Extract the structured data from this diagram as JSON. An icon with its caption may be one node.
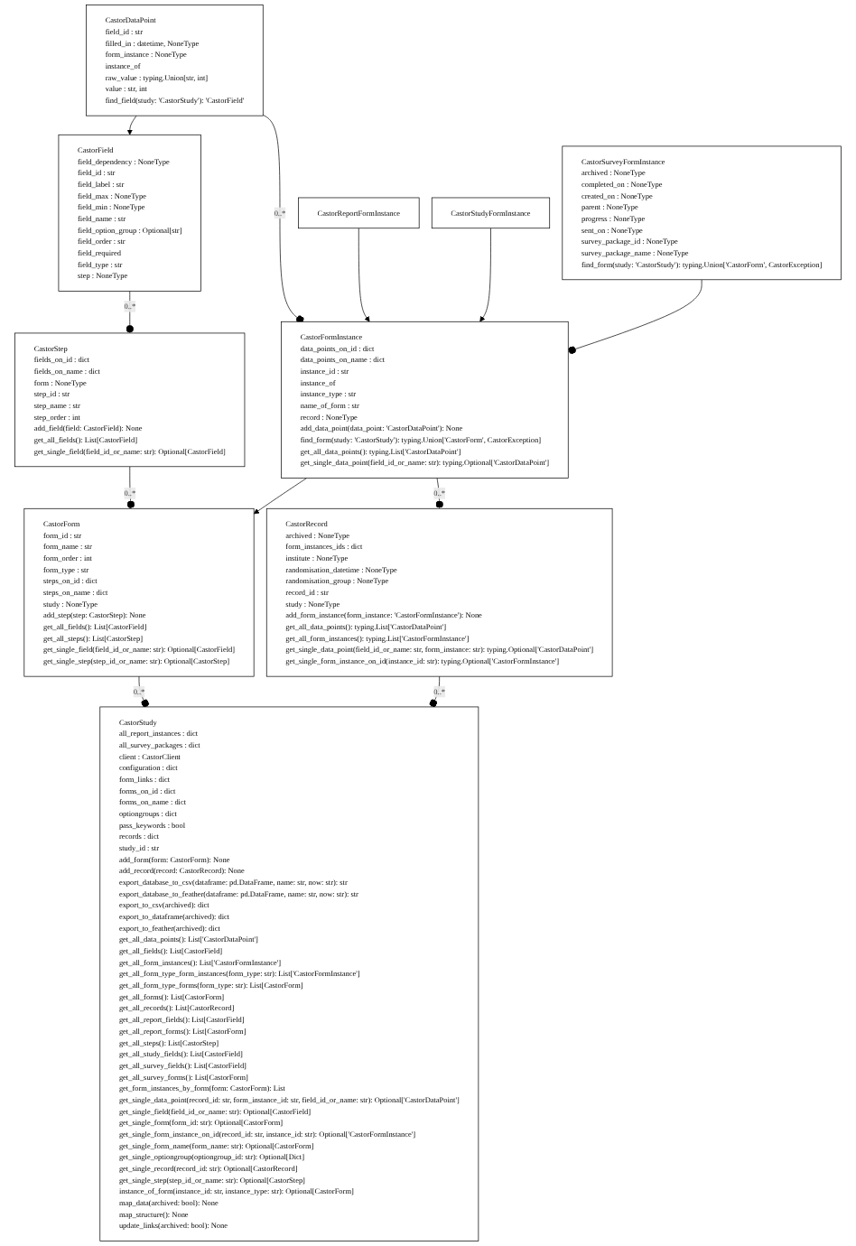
{
  "diagram": {
    "nodes": [
      {
        "text": [
          "CastorStudy",
          "all_report_instances : dict",
          "all_survey_packages : dict",
          "client : CastorClient",
          "configuration : dict",
          "form_links : dict",
          "forms_on_id : dict",
          "forms_on_name : dict",
          "optiongroups : dict",
          "pass_keywords : bool",
          "records : dict",
          "study_id : str",
          "add_form(form: CastorForm): None",
          "add_record(record: CastorRecord): None",
          "export_database_to_csv(dataframe: pd.DataFrame, name: str, now: str): str",
          "export_database_to_feather(dataframe: pd.DataFrame, name: str, now: str): str",
          "export_to_csv(archived): dict",
          "export_to_dataframe(archived): dict",
          "export_to_feather(archived): dict",
          "get_all_data_points(): List['CastorDataPoint']",
          "get_all_fields(): List[CastorField]",
          "get_all_form_instances(): List['CastorFormInstance']",
          "get_all_form_type_form_instances(form_type: str): List['CastorFormInstance']",
          "get_all_form_type_forms(form_type: str): List[CastorForm]",
          "get_all_forms(): List[CastorForm]",
          "get_all_records(): List[CastorRecord]",
          "get_all_report_fields(): List[CastorField]",
          "get_all_report_forms(): List[CastorForm]",
          "get_all_steps(): List[CastorStep]",
          "get_all_study_fields(): List[CastorField]",
          "get_all_survey_fields(): List[CastorField]",
          "get_all_survey_forms(): List[CastorForm]",
          "get_form_instances_by_form(form: CastorForm): List",
          "get_single_data_point(record_id: str, form_instance_id: str, field_id_or_name: str): Optional['CastorDataPoint']",
          "get_single_field(field_id_or_name: str): Optional[CastorField]",
          "get_single_form(form_id: str): Optional[CastorForm]",
          "get_single_form_instance_on_id(record_id: str, instance_id: str): Optional['CastorFormInstance']",
          "get_single_form_name(form_name: str): Optional[CastorForm]",
          "get_single_optiongroup(optiongroup_id: str): Optional[Dict]",
          "get_single_record(record_id: str): Optional[CastorRecord]",
          "get_single_step(step_id_or_name: str): Optional[CastorStep]",
          "instance_of_form(instance_id: str, instance_type: str): Optional[CastorForm]",
          "map_data(archived: bool): None",
          "map_structure(): None",
          "update_links(archived: bool): None"
        ]
      },
      {
        "text": [
          "CastorForm",
          "form_id : str",
          "form_name : str",
          "form_order : int",
          "form_type : str",
          "steps_on_id : dict",
          "steps_on_name : dict",
          "study : NoneType",
          "add_step(step: CastorStep): None",
          "get_all_fields(): List[CastorField]",
          "get_all_steps(): List[CastorStep]",
          "get_single_field(field_id_or_name: str): Optional[CastorField]",
          "get_single_step(step_id_or_name: str): Optional[CastorStep]"
        ]
      },
      {
        "text": [
          "CastorRecord",
          "archived : NoneType",
          "form_instances_ids : dict",
          "institute : NoneType",
          "randomisation_datetime : NoneType",
          "randomisation_group : NoneType",
          "record_id : str",
          "study : NoneType",
          "add_form_instance(form_instance: 'CastorFormInstance'): None",
          "get_all_data_points(): typing.List['CastorDataPoint']",
          "get_all_form_instances(): typing.List['CastorFormInstance']",
          "get_single_data_point(field_id_or_name: str, form_instance: str): typing.Optional['CastorDataPoint']",
          "get_single_form_instance_on_id(instance_id: str): typing.Optional['CastorFormInstance']"
        ]
      },
      {
        "text": [
          "CastorStep",
          "fields_on_id : dict",
          "fields_on_name : dict",
          "form : NoneType",
          "step_id : str",
          "step_name : str",
          "step_order : int",
          "add_field(field: CastorField): None",
          "get_all_fields(): List[CastorField]",
          "get_single_field(field_id_or_name: str): Optional[CastorField]"
        ]
      },
      {
        "text": [
          "CastorFormInstance",
          "data_points_on_id : dict",
          "data_points_on_name : dict",
          "instance_id : str",
          "instance_of",
          "instance_type : str",
          "name_of_form : str",
          "record : NoneType",
          "add_data_point(data_point: 'CastorDataPoint'): None",
          "find_form(study: 'CastorStudy'): typing.Union['CastorForm', CastorException]",
          "get_all_data_points(): typing.List['CastorDataPoint']",
          "get_single_data_point(field_id_or_name: str): typing.Optional['CastorDataPoint']"
        ]
      },
      {
        "text": [
          "CastorField",
          "field_dependency : NoneType",
          "field_id : str",
          "field_label : str",
          "field_max : NoneType",
          "field_min : NoneType",
          "field_name : str",
          "field_option_group : Optional[str]",
          "field_order : str",
          "field_required",
          "field_type : str",
          "step : NoneType"
        ]
      },
      {
        "text": [
          "CastorReportFormInstance"
        ]
      },
      {
        "text": [
          "CastorStudyFormInstance"
        ]
      },
      {
        "text": [
          "CastorSurveyFormInstance",
          "archived : NoneType",
          "completed_on : NoneType",
          "created_on : NoneType",
          "parent : NoneType",
          "progress : NoneType",
          "sent_on : NoneType",
          "survey_package_id : NoneType",
          "survey_package_name : NoneType",
          "find_form(study: 'CastorStudy'): typing.Union['CastorForm', CastorException]"
        ]
      },
      {
        "text": [
          "CastorDataPoint",
          "field_id : str",
          "filled_in : datetime, NoneType",
          "form_instance : NoneType",
          "instance_of",
          "raw_value : typing.Union[str, int]",
          "value : str, int",
          "find_field(study: 'CastorStudy'): 'CastorField'"
        ]
      }
    ],
    "edges": [
      {
        "from": 1,
        "to": 0,
        "arrow": "other",
        "label": "0..*"
      },
      {
        "from": 2,
        "to": 0,
        "arrow": "other",
        "label": "0..*"
      },
      {
        "from": 3,
        "to": 1,
        "arrow": "other",
        "label": "0..*"
      },
      {
        "from": 4,
        "to": 2,
        "arrow": "other",
        "label": "0..*"
      },
      {
        "from": 4,
        "to": 1,
        "arrow": "to"
      },
      {
        "from": 5,
        "to": 3,
        "arrow": "other",
        "label": "0..*"
      },
      {
        "from": 9,
        "to": 4,
        "arrow": "other",
        "label": "0..*"
      },
      {
        "from": 6,
        "to": 4,
        "arrow": "to"
      },
      {
        "from": 7,
        "to": 4,
        "arrow": "to"
      },
      {
        "from": 8,
        "to": 4,
        "arrow": "other"
      },
      {
        "from": 9,
        "to": 5,
        "arrow": "to"
      }
    ]
  }
}
